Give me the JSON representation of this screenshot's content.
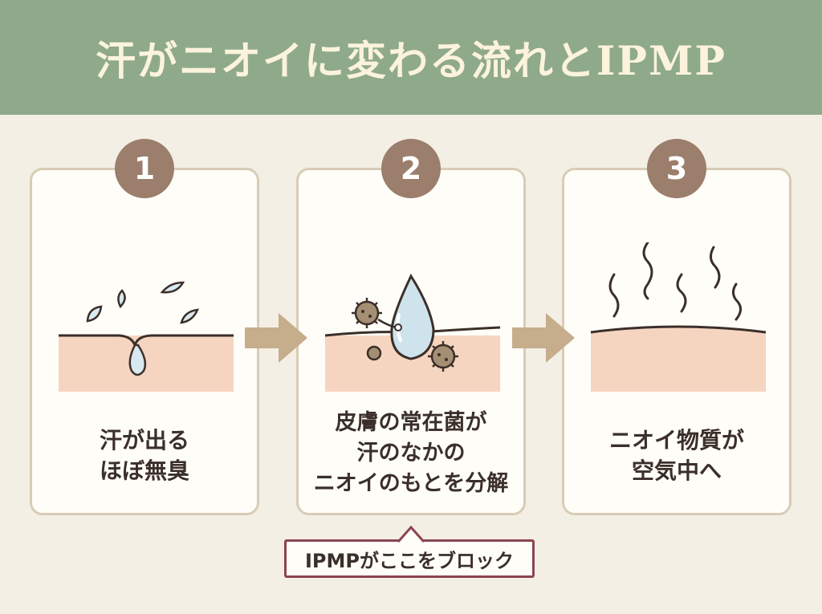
{
  "title": "汗がニオイに変わる流れとIPMP",
  "colors": {
    "header": "#8fa98b",
    "skin": "#f6d5c0",
    "badge": "#9b7e6b",
    "arrow": "#c6ad8c",
    "callout_border": "#8a4452",
    "bacteria": "#a48f74"
  },
  "steps": [
    {
      "number": "1",
      "lines": [
        "汗が出る",
        "ほぼ無臭"
      ],
      "illustration": "sweat-droplets-icon"
    },
    {
      "number": "2",
      "lines": [
        "皮膚の常在菌が",
        "汗のなかの",
        "ニオイのもとを分解"
      ],
      "illustration": "bacteria-droplet-icon"
    },
    {
      "number": "3",
      "lines": [
        "ニオイ物質が",
        "空気中へ"
      ],
      "illustration": "odor-waves-icon"
    }
  ],
  "callout": {
    "text": "IPMPがここをブロック"
  }
}
